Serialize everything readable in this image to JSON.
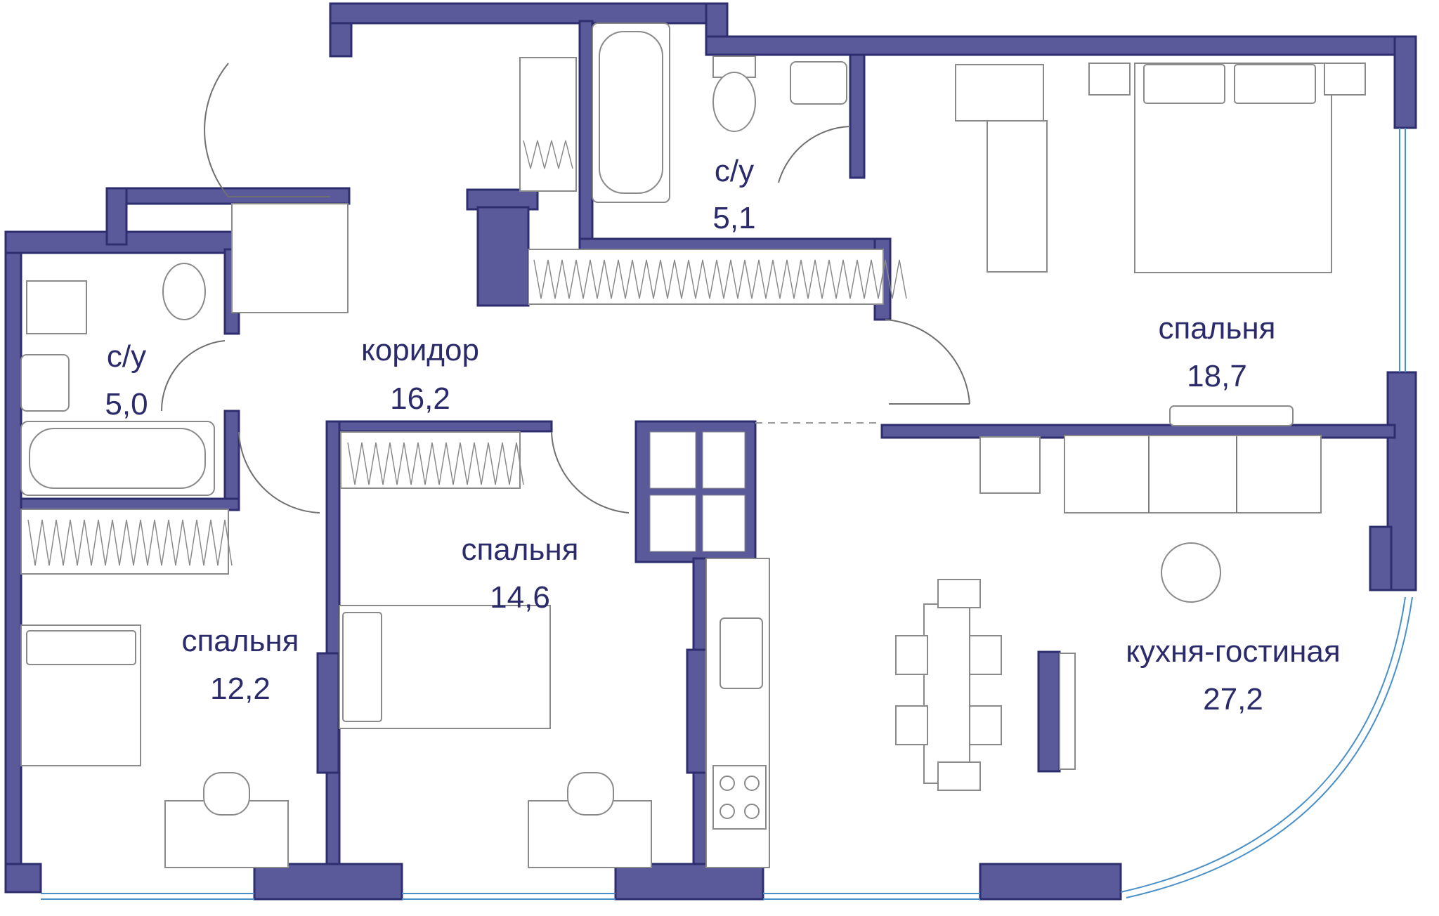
{
  "rooms": [
    {
      "key": "bath_top",
      "name": "с/у",
      "area": "5,1"
    },
    {
      "key": "bath_left",
      "name": "с/у",
      "area": "5,0"
    },
    {
      "key": "corridor",
      "name": "коридор",
      "area": "16,2"
    },
    {
      "key": "bedroom_right",
      "name": "спальня",
      "area": "18,7"
    },
    {
      "key": "bedroom_middle",
      "name": "спальня",
      "area": "14,6"
    },
    {
      "key": "bedroom_left",
      "name": "спальня",
      "area": "12,2"
    },
    {
      "key": "kitchen_living",
      "name": "кухня-гостиная",
      "area": "27,2"
    }
  ],
  "colors": {
    "wall": "#5a5a9a",
    "wall_outline": "#2d2d70",
    "text": "#2b2b6b",
    "glass": "#4a90c8"
  }
}
